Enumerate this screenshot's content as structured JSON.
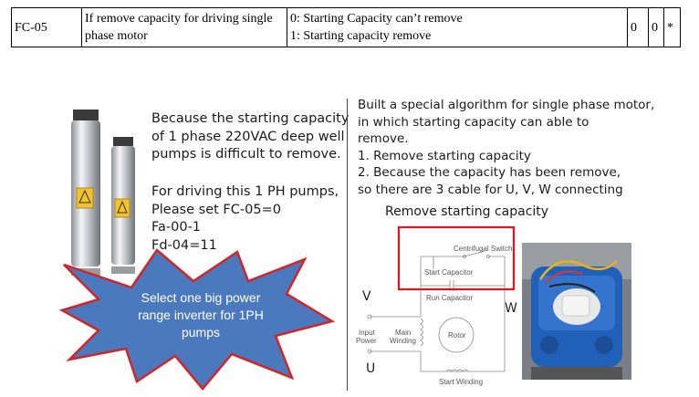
{
  "param_table": {
    "code": "FC-05",
    "name": "If remove capacity for driving single phase motor",
    "option_0": "0: Starting Capacity can’t remove",
    "option_1": "1: Starting capacity remove",
    "default": "0",
    "min": "0",
    "attr": "*"
  },
  "left_panel": {
    "description_lines": [
      "Because the starting capacity",
      "of 1 phase 220VAC deep well",
      "pumps is difficult to remove."
    ],
    "setting_lines": [
      "For driving this 1 PH pumps,",
      "Please set FC-05=0",
      "Fa-00-1",
      "Fd-04=11"
    ],
    "callout_lines": [
      "Select one big power",
      "range inverter for 1PH",
      "pumps"
    ]
  },
  "right_panel": {
    "intro_lines": [
      "Built a special algorithm for single phase motor,",
      "in which starting capacity can able to",
      "remove."
    ],
    "steps": [
      "1.  Remove starting capacity",
      "2.  Because the capacity has been remove,",
      "so there are 3 cable for U, V, W connecting"
    ],
    "diagram_title": "Remove starting capacity",
    "diagram": {
      "centrifugal_switch": "Centrifugal Switch",
      "start_capacitor": "Start Capacitor",
      "run_capacitor": "Run Capacitor",
      "input_power": [
        "Input",
        "Power"
      ],
      "main_winding": [
        "Main",
        "Winding"
      ],
      "rotor": "Rotor",
      "start_winding": "Start Winding",
      "terminal_v": "V",
      "terminal_w": "W",
      "terminal_u": "U"
    }
  },
  "colors": {
    "highlight_box": "#e0151b",
    "starburst_fill": "#4a79bd",
    "starburst_edge": "#d0262a"
  }
}
